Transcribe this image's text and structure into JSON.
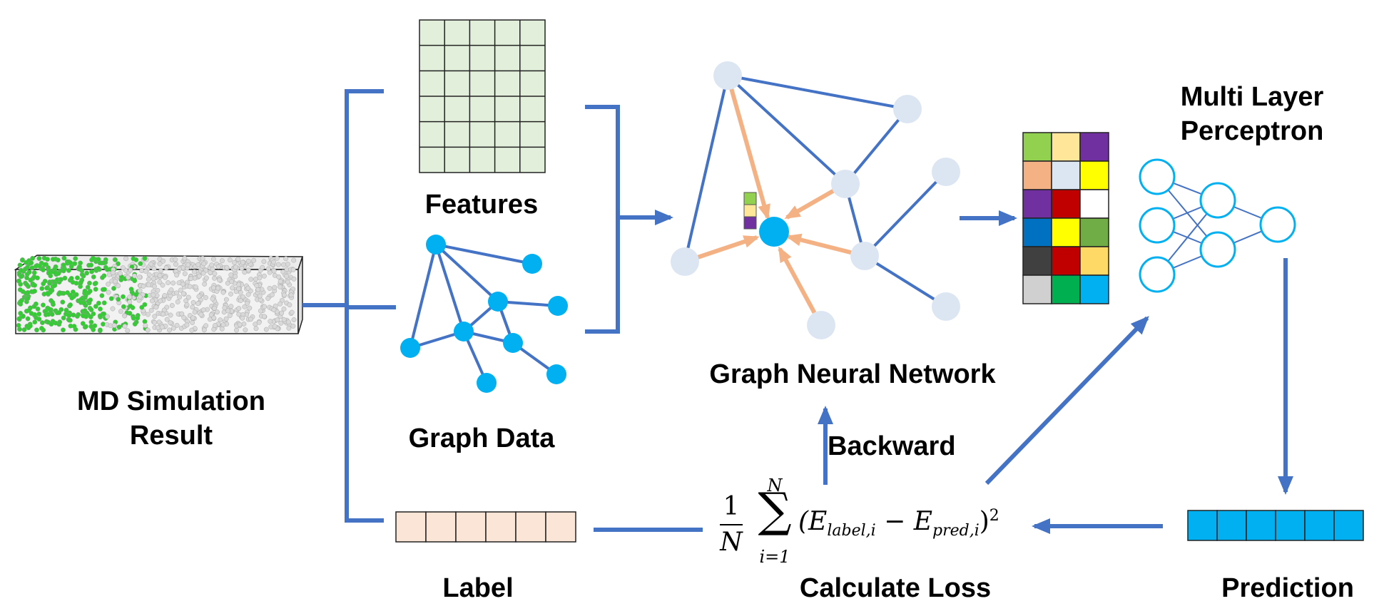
{
  "labels": {
    "md_line1": "MD Simulation",
    "md_line2": "Result",
    "features": "Features",
    "graph_data": "Graph Data",
    "label": "Label",
    "gnn": "Graph Neural Network",
    "mlp_line1": "Multi Layer",
    "mlp_line2": "Perceptron",
    "backward": "Backward",
    "calc_loss": "Calculate Loss",
    "prediction": "Prediction"
  },
  "formula": {
    "frac_num": "1",
    "frac_den": "N",
    "sum_symbol": "∑",
    "sum_upper": "N",
    "sum_lower": "i=1",
    "open": "(E",
    "sub1": "label,i",
    "minus": " − E",
    "sub2": "pred,i",
    "close": ")",
    "power": "2"
  },
  "colors": {
    "arrow_blue": "#4472c4",
    "node_blue": "#00b0f0",
    "node_pale": "#dce6f2",
    "attention_orange": "#f4b183",
    "feature_fill": "#e2efda",
    "label_fill": "#fbe5d6",
    "prediction_fill": "#00b0f0",
    "atom_green": "#33cc33",
    "atom_grey": "#d9d9d9"
  },
  "output_matrix_colors": [
    [
      "#92d050",
      "#ffe699",
      "#7030a0"
    ],
    [
      "#f4b183",
      "#dce6f2",
      "#ffff00"
    ],
    [
      "#7030a0",
      "#c00000",
      "#ffffff"
    ],
    [
      "#0070c0",
      "#ffff00",
      "#70ad47"
    ],
    [
      "#404040",
      "#c00000",
      "#ffd966"
    ],
    [
      "#d0d0d0",
      "#00b050",
      "#00b0f0"
    ]
  ],
  "node_feature_colors": [
    "#92d050",
    "#ffe699",
    "#7030a0"
  ]
}
